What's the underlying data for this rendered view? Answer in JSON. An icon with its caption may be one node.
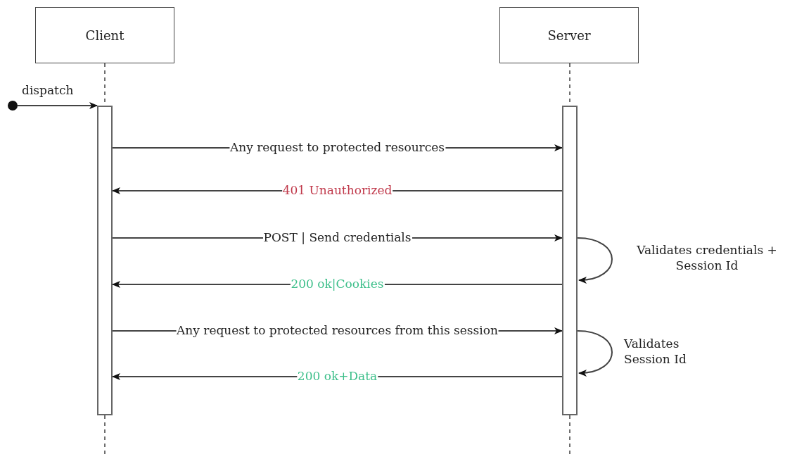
{
  "diagram": {
    "nodes": [
      {
        "text": [
          "Client"
        ]
      },
      {
        "text": [
          "Server"
        ]
      },
      {
        "text": [],
        "shape": "circle"
      },
      {
        "text": [],
        "shape": "bar"
      },
      {
        "text": [],
        "shape": "bar"
      }
    ],
    "edges": [
      {
        "from": 2,
        "to": 3,
        "arrow": "to",
        "label": "dispatch"
      },
      {
        "from": 0,
        "to": 3,
        "arrow": "none",
        "style": "dashed"
      },
      {
        "from": 3,
        "to": null,
        "arrow": "none",
        "style": "dashed"
      },
      {
        "from": 1,
        "to": 4,
        "arrow": "none",
        "style": "dashed"
      },
      {
        "from": 4,
        "to": null,
        "arrow": "none",
        "style": "dashed"
      },
      {
        "from": 3,
        "to": 4,
        "arrow": "to",
        "label": "Any request to protected resources"
      },
      {
        "from": 4,
        "to": 3,
        "arrow": "to",
        "label": "401 Unauthorized"
      },
      {
        "from": 3,
        "to": 4,
        "arrow": "to",
        "label": "POST | Send credentials"
      },
      {
        "from": 4,
        "to": 4,
        "arrow": "to",
        "label": "Validates credentials + Session Id"
      },
      {
        "from": 4,
        "to": 3,
        "arrow": "to",
        "label": "200 ok|Cookies"
      },
      {
        "from": 3,
        "to": 4,
        "arrow": "to",
        "label": "Any request to protected resources from this session"
      },
      {
        "from": 4,
        "to": 4,
        "arrow": "to",
        "label": "Validates Session Id"
      },
      {
        "from": 4,
        "to": 3,
        "arrow": "to",
        "label": "200 ok+Data"
      }
    ]
  }
}
